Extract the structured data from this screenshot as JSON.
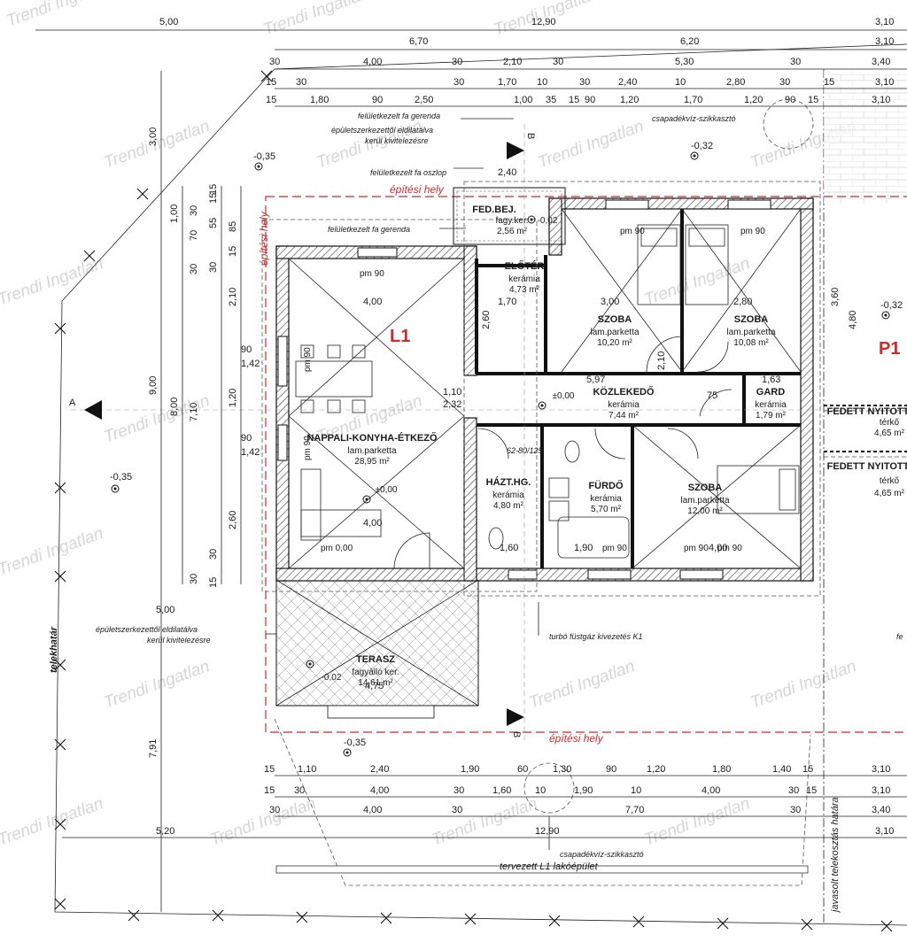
{
  "watermark": "Trendi Ingatlan",
  "zone_label": "építési hely",
  "unit_labels": {
    "left_unit": "L1",
    "right_unit": "P1"
  },
  "colors": {
    "ink": "#1a1a1a",
    "zone_red": "#cc2b2b",
    "watermark": "#d6d6d6"
  },
  "rooms": [
    {
      "key": "nappali",
      "name": "NAPPALI-KONYHA-ÉTKEZŐ",
      "floor": "lam.parketta",
      "area": "28,95 m²",
      "level": "±0,00"
    },
    {
      "key": "eloter",
      "name": "ELŐTÉR",
      "floor": "kerámia",
      "area": "4,73 m²"
    },
    {
      "key": "fedbej",
      "name": "FED.BEJ.",
      "floor": "fagy.ker.",
      "area": "2,56 m²",
      "level": "-0,02"
    },
    {
      "key": "szoba1",
      "name": "SZOBA",
      "floor": "lam.parketta",
      "area": "10,20 m²"
    },
    {
      "key": "szoba2",
      "name": "SZOBA",
      "floor": "lam.parketta",
      "area": "10,08 m²"
    },
    {
      "key": "kozl",
      "name": "KÖZLEKEDŐ",
      "floor": "kerámia",
      "area": "7,44 m²",
      "level": "±0,00"
    },
    {
      "key": "gard",
      "name": "GARD",
      "floor": "kerámia",
      "area": "1,79 m²"
    },
    {
      "key": "haztg",
      "name": "HÁZT.HG.",
      "floor": "kerámia",
      "area": "4,80 m²"
    },
    {
      "key": "furdo",
      "name": "FÜRDŐ",
      "floor": "kerámia",
      "area": "5,70 m²"
    },
    {
      "key": "szoba3",
      "name": "SZOBA",
      "floor": "lam.parketta",
      "area": "12,00 m²"
    },
    {
      "key": "terasz",
      "name": "TERASZ",
      "floor": "fagyálló ker.",
      "area": "14,61 m²",
      "level": "-0,02"
    },
    {
      "key": "fedett1",
      "name": "FEDETT NYITOTT",
      "floor": "térkő",
      "area": "4,65 m²"
    },
    {
      "key": "fedett2",
      "name": "FEDETT NYITOTT",
      "floor": "térkő",
      "area": "4,65 m²"
    }
  ],
  "notes": {
    "gerenda1": "felületkezelt fa gerenda",
    "eldilatalva": "épületszerkezettől eldilatálva",
    "kivitelezesre": "kerül kivitelezésre",
    "oszlop": "felületkezelt fa oszlop",
    "gerenda2": "felületkezelt fa gerenda",
    "szikkaszto1": "csapadékvíz-szikkasztó",
    "szikkaszto2": "csapadékvíz-szikkasztó",
    "turbo": "turbó füstgáz kivezetés K1",
    "eldilatalva2": "épületszerkezettől eldilatálva",
    "kivitelezesre2": "kerül kivitelezésre",
    "telekhatar": "telekhatár",
    "telekosztas": "javasolt telekosztás határa",
    "tervezett": "tervezett L1 lakóépület",
    "fe": "fe",
    "ajto": "62-80/125"
  },
  "section_marks": {
    "a": "A",
    "b": "B"
  },
  "levels": {
    "l1": "-0,35",
    "l2": "-0,32",
    "l3": "-0,35",
    "l4": "-0,35",
    "l5": "-0,32"
  },
  "window_labels": {
    "pm90": "pm 90",
    "pm000": "pm 0,00"
  },
  "dims_top": {
    "row1": [
      "5,00",
      "12,90",
      "3,10"
    ],
    "row2": [
      "6,70",
      "6,20",
      "3,10"
    ],
    "row3": [
      "30",
      "4,00",
      "30",
      "2,10",
      "30",
      "5,30",
      "30",
      "3,40"
    ],
    "row4": [
      "15",
      "30",
      "30",
      "1,70",
      "10",
      "30",
      "2,40",
      "10",
      "2,80",
      "30",
      "15",
      "3,10"
    ],
    "row5": [
      "15",
      "1,80",
      "90",
      "2,50",
      "1,00",
      "35",
      "15",
      "90",
      "1,20",
      "1,70",
      "1,20",
      "90",
      "15",
      "3,10"
    ]
  },
  "dims_bottom": {
    "row1": [
      "15",
      "1,10",
      "2,40",
      "1,90",
      "60",
      "1,30",
      "90",
      "1,20",
      "1,80",
      "1,40",
      "15",
      "3,10"
    ],
    "row2": [
      "15",
      "30",
      "4,00",
      "30",
      "1,60",
      "10",
      "1,90",
      "10",
      "4,00",
      "30",
      "15",
      "3,10"
    ],
    "row3": [
      "30",
      "4,00",
      "30",
      "7,70",
      "30",
      "3,40"
    ],
    "row4": [
      "5,20",
      "12,90",
      "3,10"
    ]
  },
  "dims_left": {
    "outer": [
      "3,00",
      "9,00",
      "7,91"
    ],
    "col2": [
      "1,00",
      "8,00"
    ],
    "col3": [
      "30",
      "7,10",
      "30"
    ],
    "col4": [
      "30",
      "70",
      "15",
      "30",
      "2,10",
      "1,20",
      "2,60",
      "30",
      "15"
    ],
    "col5": [
      "15",
      "55",
      "85",
      "15",
      "90",
      "1,42",
      "90",
      "1,42"
    ]
  },
  "dims_inside": {
    "d400a": "4,00",
    "d170": "1,70",
    "d300": "3,00",
    "d280": "2,80",
    "d240": "2,40",
    "d260": "2,60",
    "d597": "5,97",
    "d163": "1,63",
    "d110": "1,10",
    "d232": "2,32",
    "d400b": "4,00",
    "d160": "1,60",
    "d190": "1,90",
    "d400c": "4,00",
    "d475": "4,75",
    "d500": "5,00",
    "d360": "3,60",
    "d480": "4,80",
    "d210": "2,10",
    "d75": "75"
  }
}
